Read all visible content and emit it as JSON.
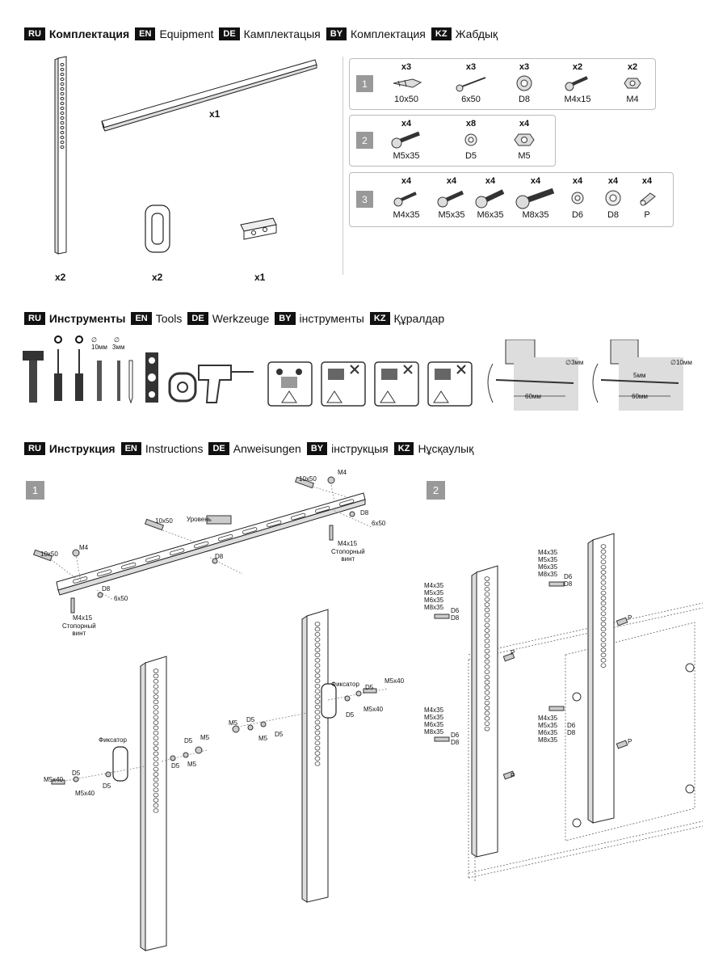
{
  "sections": {
    "equipment": {
      "ru_tag": "RU",
      "ru": "Комплектация",
      "en_tag": "EN",
      "en": "Equipment",
      "de_tag": "DE",
      "de": "Камплектацыя",
      "by_tag": "BY",
      "by": "Комплектация",
      "kz_tag": "KZ",
      "kz": "Жабдық"
    },
    "tools": {
      "ru_tag": "RU",
      "ru": "Инструменты",
      "en_tag": "EN",
      "en": "Tools",
      "de_tag": "DE",
      "de": "Werkzeuge",
      "by_tag": "BY",
      "by": "інструменты",
      "kz_tag": "KZ",
      "kz": "Құралдар"
    },
    "instructions": {
      "ru_tag": "RU",
      "ru": "Инструкция",
      "en_tag": "EN",
      "en": "Instructions",
      "de_tag": "DE",
      "de": "Anweisungen",
      "by_tag": "BY",
      "by": "інструкцыя",
      "kz_tag": "KZ",
      "kz": "Нұсқаулық"
    }
  },
  "parts": {
    "rail_count": "x1",
    "upright_count": "x2",
    "lock_count": "x2",
    "level_count": "x1"
  },
  "kits": [
    {
      "num": "1",
      "items": [
        {
          "qty": "x3",
          "name": "10x50"
        },
        {
          "qty": "x3",
          "name": "6x50"
        },
        {
          "qty": "x3",
          "name": "D8"
        },
        {
          "qty": "x2",
          "name": "M4x15"
        },
        {
          "qty": "x2",
          "name": "M4"
        }
      ]
    },
    {
      "num": "2",
      "items": [
        {
          "qty": "x4",
          "name": "M5x35"
        },
        {
          "qty": "x8",
          "name": "D5"
        },
        {
          "qty": "x4",
          "name": "M5"
        }
      ]
    },
    {
      "num": "3",
      "items": [
        {
          "qty": "x4",
          "name": "M4x35"
        },
        {
          "qty": "x4",
          "name": "M5x35"
        },
        {
          "qty": "x4",
          "name": "M6x35"
        },
        {
          "qty": "x4",
          "name": "M8x35"
        },
        {
          "qty": "x4",
          "name": "D6"
        },
        {
          "qty": "x4",
          "name": "D8"
        },
        {
          "qty": "x4",
          "name": "P"
        }
      ]
    }
  ],
  "tools": {
    "d10": "10мм",
    "d3": "3мм",
    "diam": "∅",
    "drill1_depth": "60мм",
    "drill1_d": "∅3мм",
    "drill2_offset": "5мм",
    "drill2_depth": "60мм",
    "drill2_d": "∅10мм"
  },
  "step1": {
    "num": "1",
    "anchor": "10x50",
    "nut": "M4",
    "washer": "D8",
    "screw": "6x50",
    "level": "Уровень",
    "bolt": "M4x15",
    "stop_screw": "Стопорный\nвинт",
    "lock": "Фиксатор",
    "m5": "M5",
    "d5": "D5",
    "m5x40": "M5x40"
  },
  "step2": {
    "num": "2",
    "bolts": "M4x35\nM5x35\nM6x35\nM8x35",
    "washers": "D6\nD8",
    "spacer": "P"
  }
}
